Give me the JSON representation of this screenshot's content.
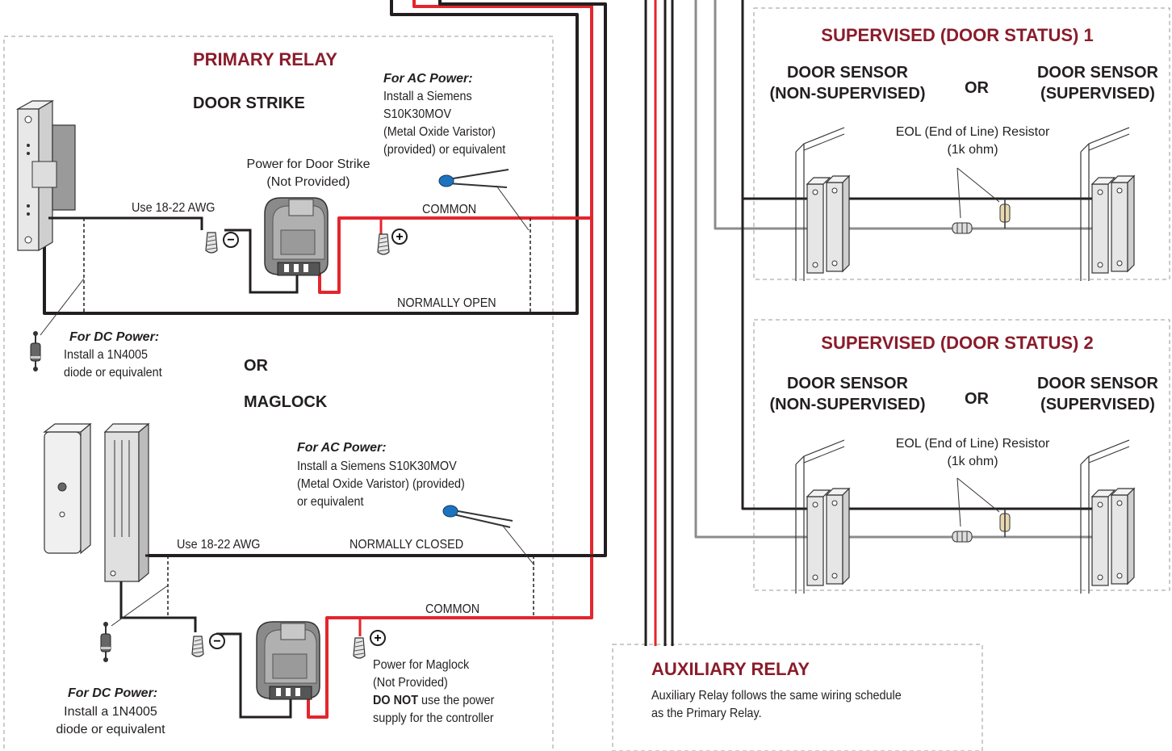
{
  "primary_relay": {
    "title": "PRIMARY RELAY",
    "door_strike": {
      "label": "DOOR STRIKE",
      "ac_power_heading": "For AC Power:",
      "ac_power_lines": [
        "Install a Siemens",
        "S10K30MOV",
        "(Metal Oxide Varistor)",
        "(provided) or equivalent"
      ],
      "power_supply_lines": [
        "Power for Door Strike",
        "(Not Provided)"
      ],
      "wire_gauge": "Use 18-22 AWG",
      "common_label": "COMMON",
      "normally_open_label": "NORMALLY OPEN",
      "dc_power_heading": "For DC Power:",
      "dc_power_lines": [
        "Install a 1N4005",
        "diode or equivalent"
      ]
    },
    "or_label": "OR",
    "maglock": {
      "label": "MAGLOCK",
      "ac_power_heading": "For AC Power:",
      "ac_power_lines": [
        "Install a Siemens S10K30MOV",
        "(Metal Oxide Varistor) (provided)",
        "or equivalent"
      ],
      "wire_gauge": "Use 18-22 AWG",
      "normally_closed_label": "NORMALLY CLOSED",
      "common_label": "COMMON",
      "power_supply_lines": [
        "Power for Maglock",
        "(Not Provided)"
      ],
      "warning_bold": "DO NOT",
      "warning_rest": " use the power",
      "warning_line2": "supply for the controller",
      "dc_power_heading": "For DC Power:",
      "dc_power_lines": [
        "Install a 1N4005",
        "diode or equivalent"
      ]
    }
  },
  "supervised_1": {
    "title": "SUPERVISED (DOOR STATUS) 1",
    "left_sensor": [
      "DOOR SENSOR",
      "(NON-SUPERVISED)"
    ],
    "or_label": "OR",
    "right_sensor": [
      "DOOR SENSOR",
      "(SUPERVISED)"
    ],
    "resistor_lines": [
      "EOL (End of Line) Resistor",
      "(1k ohm)"
    ]
  },
  "supervised_2": {
    "title": "SUPERVISED (DOOR STATUS) 2",
    "left_sensor": [
      "DOOR SENSOR",
      "(NON-SUPERVISED)"
    ],
    "or_label": "OR",
    "right_sensor": [
      "DOOR SENSOR",
      "(SUPERVISED)"
    ],
    "resistor_lines": [
      "EOL (End of Line) Resistor",
      "(1k ohm)"
    ]
  },
  "auxiliary_relay": {
    "title": "AUXILIARY RELAY",
    "description_lines": [
      "Auxiliary Relay follows the same wiring schedule",
      "as the Primary Relay."
    ]
  },
  "symbols": {
    "negative": "−",
    "positive": "+"
  },
  "colors": {
    "title_maroon": "#8a1c2b",
    "wire_black": "#231f20",
    "wire_red": "#e3262d",
    "wire_gray": "#8c8c8c",
    "varistor_blue": "#1e73be",
    "dashed_border": "#9a9a9a"
  }
}
